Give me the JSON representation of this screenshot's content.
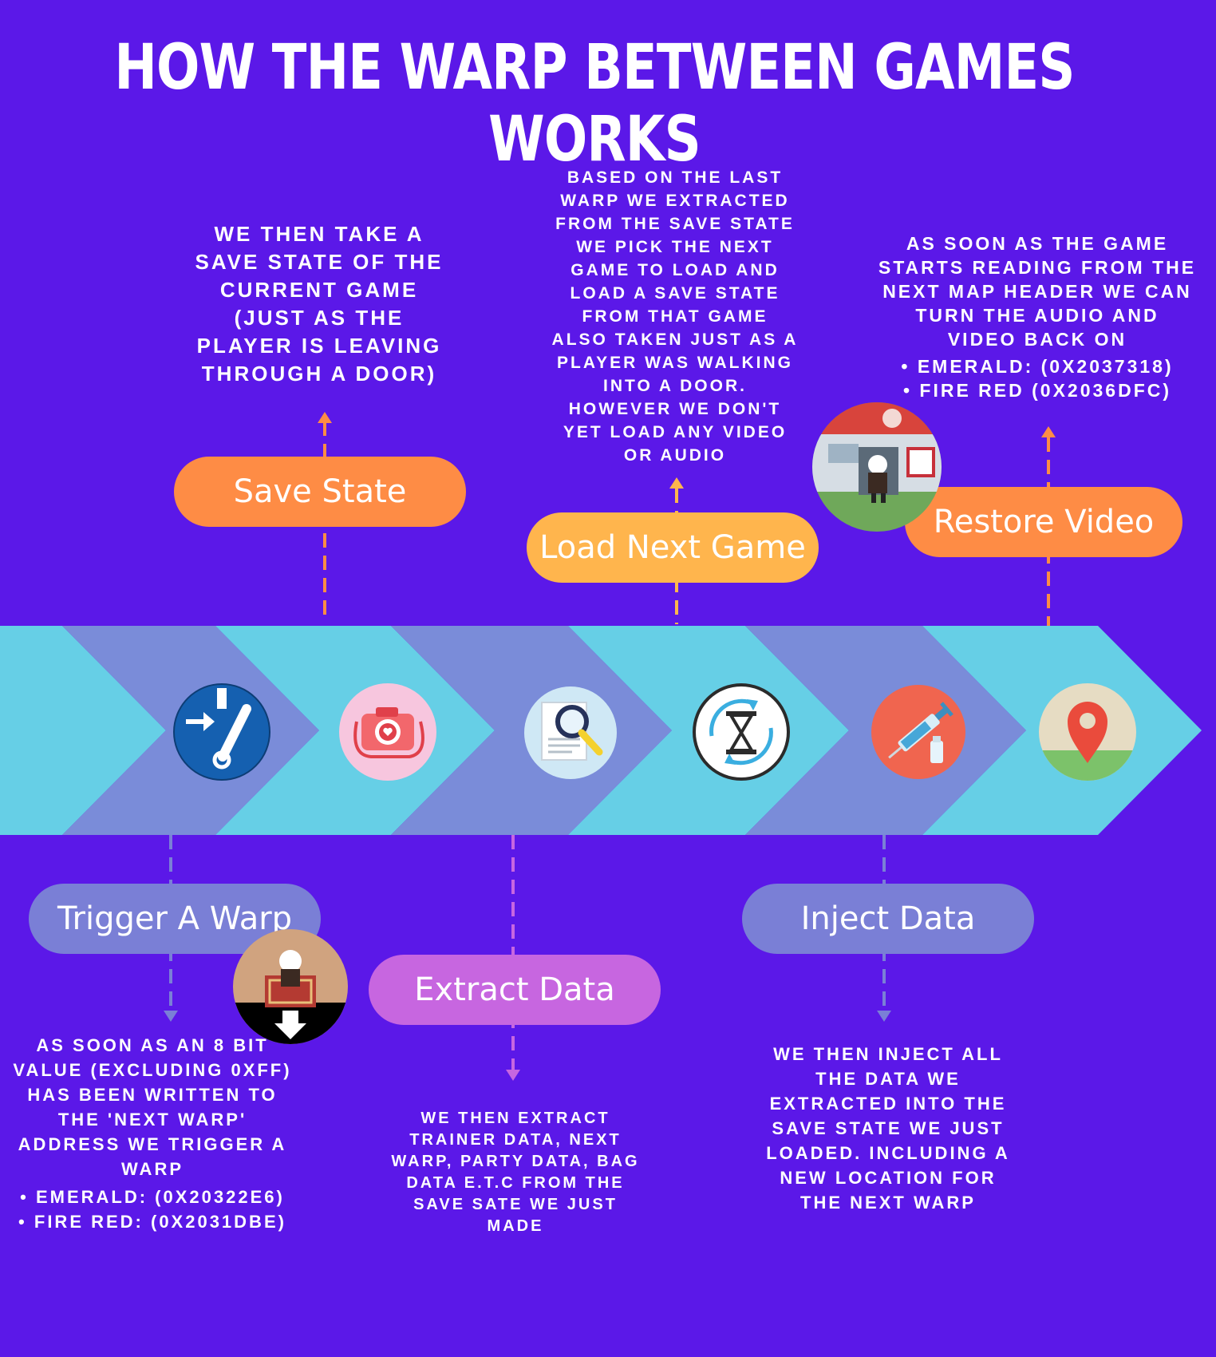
{
  "title": "HOW THE WARP BETWEEN GAMES WORKS",
  "colors": {
    "background": "#5b18e8",
    "band_light": "#66cfe6",
    "band_dark": "#7a8cd9",
    "orange": "#fe8c45",
    "yellow": "#ffb54d",
    "blue": "#7a7fd6",
    "pink": "#c766e0"
  },
  "steps": {
    "trigger_warp": {
      "label": "Trigger A Warp",
      "description": [
        "AS SOON AS AN 8 BIT",
        "VALUE (EXCLUDING 0XFF)",
        "HAS BEEN WRITTEN TO",
        "THE 'NEXT WARP'",
        "ADDRESS WE TRIGGER A",
        "WARP"
      ],
      "bullets": [
        "EMERALD: (0X20322E6)",
        "FIRE RED: (0X2031DBE)"
      ]
    },
    "save_state": {
      "label": "Save State",
      "description": [
        "WE THEN TAKE A",
        "SAVE STATE OF THE",
        "CURRENT GAME",
        "(JUST AS THE",
        "PLAYER IS LEAVING",
        "THROUGH A DOOR)"
      ]
    },
    "extract_data": {
      "label": "Extract Data",
      "description": [
        "WE THEN EXTRACT",
        "TRAINER DATA, NEXT",
        "WARP, PARTY DATA, BAG",
        "DATA E.T.C FROM THE",
        "SAVE SATE WE JUST",
        "MADE"
      ]
    },
    "load_next_game": {
      "label": "Load Next Game",
      "description": [
        "BASED ON THE LAST",
        "WARP WE EXTRACTED",
        "FROM THE SAVE STATE",
        "WE PICK THE NEXT",
        "GAME TO LOAD AND",
        "LOAD A SAVE STATE",
        "FROM THAT GAME",
        "ALSO TAKEN JUST AS A",
        "PLAYER WAS WALKING",
        "INTO A DOOR.",
        "HOWEVER WE DON'T",
        "YET LOAD ANY VIDEO",
        "OR AUDIO"
      ]
    },
    "inject_data": {
      "label": "Inject Data",
      "description": [
        "WE THEN INJECT ALL",
        "THE DATA WE",
        "EXTRACTED INTO THE",
        "SAVE STATE WE JUST",
        "LOADED. INCLUDING A",
        "NEW LOCATION FOR",
        "THE NEXT WARP"
      ]
    },
    "restore_video": {
      "label": "Restore Video",
      "description": [
        "AS SOON AS THE GAME",
        "STARTS READING FROM THE",
        "NEXT MAP HEADER WE CAN",
        "TURN THE AUDIO AND",
        "VIDEO BACK ON"
      ],
      "bullets": [
        "EMERALD: (0X2037318)",
        "FIRE RED (0X2036DFC)"
      ]
    }
  },
  "icons": [
    "switch-icon",
    "camera-icon",
    "document-search-icon",
    "hourglass-icon",
    "syringe-icon",
    "map-pin-icon"
  ]
}
